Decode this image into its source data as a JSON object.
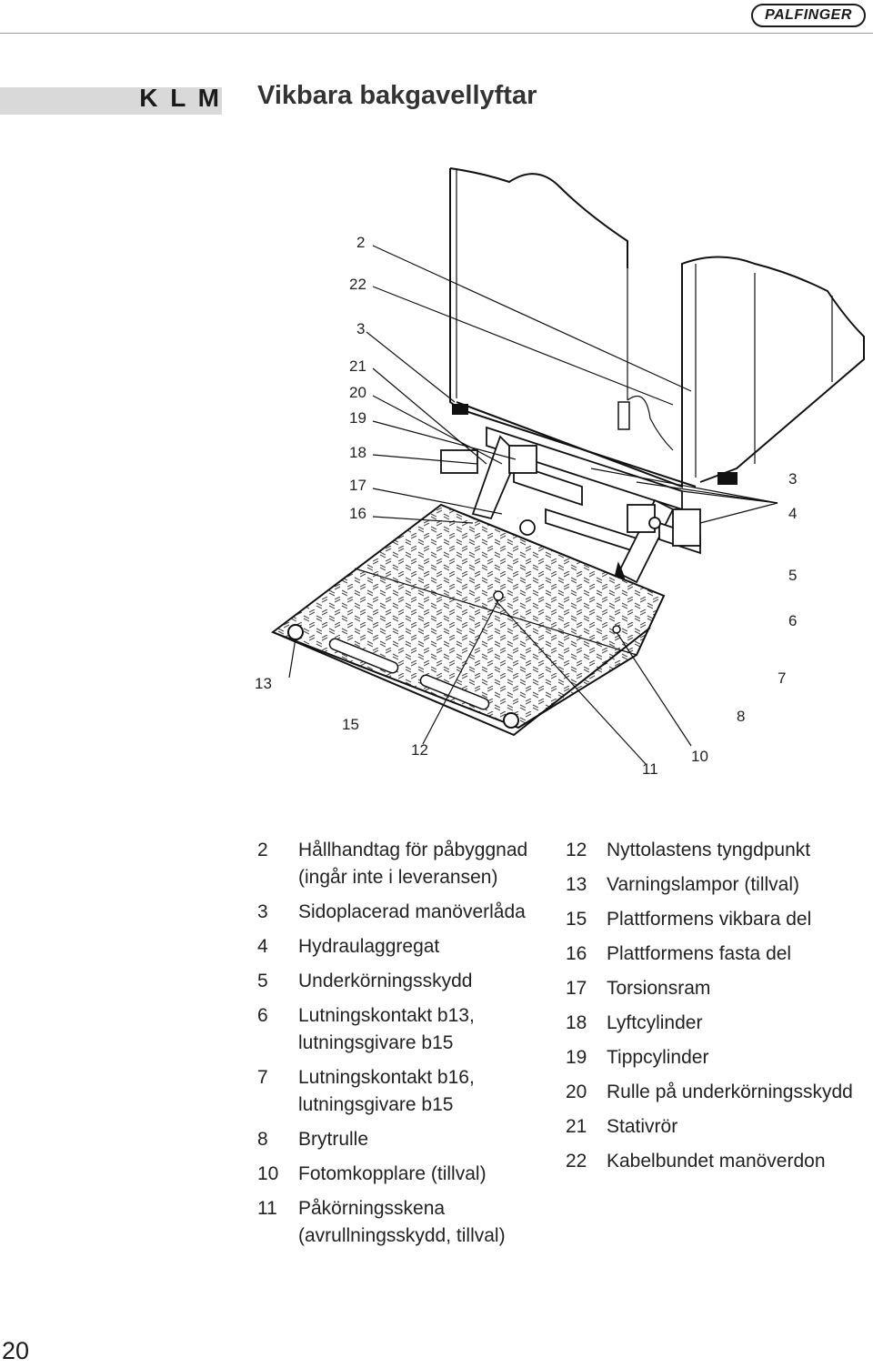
{
  "header": {
    "brand": "PALFINGER"
  },
  "section": {
    "code": "K L M",
    "title": "Vikbara bakgavellyftar"
  },
  "callouts": [
    {
      "id": "c2",
      "text": "2"
    },
    {
      "id": "c22",
      "text": "22"
    },
    {
      "id": "c3a",
      "text": "3"
    },
    {
      "id": "c21",
      "text": "21"
    },
    {
      "id": "c20",
      "text": "20"
    },
    {
      "id": "c19",
      "text": "19"
    },
    {
      "id": "c18",
      "text": "18"
    },
    {
      "id": "c17",
      "text": "17"
    },
    {
      "id": "c16",
      "text": "16"
    },
    {
      "id": "c3b",
      "text": "3"
    },
    {
      "id": "c4",
      "text": "4"
    },
    {
      "id": "c5",
      "text": "5"
    },
    {
      "id": "c6",
      "text": "6"
    },
    {
      "id": "c7",
      "text": "7"
    },
    {
      "id": "c8",
      "text": "8"
    },
    {
      "id": "c10",
      "text": "10"
    },
    {
      "id": "c11",
      "text": "11"
    },
    {
      "id": "c12",
      "text": "12"
    },
    {
      "id": "c13",
      "text": "13"
    },
    {
      "id": "c15",
      "text": "15"
    }
  ],
  "legend_left": [
    {
      "num": "2",
      "text": "Hållhandtag för påbyggnad (ingår inte i leveransen)"
    },
    {
      "num": "3",
      "text": "Sidoplacerad manöverlåda"
    },
    {
      "num": "4",
      "text": "Hydraulaggregat"
    },
    {
      "num": "5",
      "text": "Underkörningsskydd"
    },
    {
      "num": "6",
      "text": "Lutningskontakt b13, lutningsgivare b15"
    },
    {
      "num": "7",
      "text": "Lutningskontakt b16, lutningsgivare b15"
    },
    {
      "num": "8",
      "text": "Brytrulle"
    },
    {
      "num": "10",
      "text": "Fotomkopplare (tillval)"
    },
    {
      "num": "11",
      "text": "Påkörningsskena (avrullningsskydd, tillval)"
    }
  ],
  "legend_right": [
    {
      "num": "12",
      "text": "Nyttolastens tyngdpunkt"
    },
    {
      "num": "13",
      "text": "Varningslampor (tillval)"
    },
    {
      "num": "15",
      "text": "Plattformens vikbara del"
    },
    {
      "num": "16",
      "text": "Plattformens fasta del"
    },
    {
      "num": "17",
      "text": "Torsionsram"
    },
    {
      "num": "18",
      "text": "Lyftcylinder"
    },
    {
      "num": "19",
      "text": "Tippcylinder"
    },
    {
      "num": "20",
      "text": "Rulle på underkörningsskydd"
    },
    {
      "num": "21",
      "text": "Stativrör"
    },
    {
      "num": "22",
      "text": "Kabelbundet manöverdon"
    }
  ],
  "page": {
    "number": "20"
  }
}
